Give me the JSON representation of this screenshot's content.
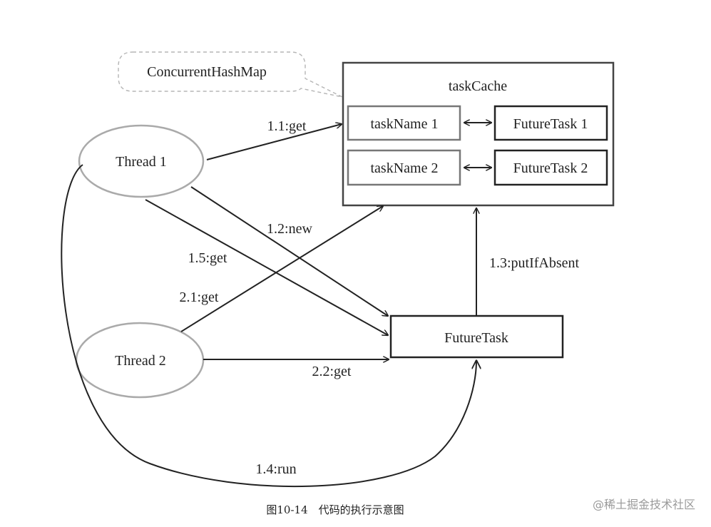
{
  "diagram": {
    "callout_label": "ConcurrentHashMap",
    "cache": {
      "title": "taskCache",
      "entries": [
        {
          "key": "taskName 1",
          "value": "FutureTask 1"
        },
        {
          "key": "taskName 2",
          "value": "FutureTask 2"
        }
      ]
    },
    "threads": [
      "Thread 1",
      "Thread 2"
    ],
    "future_task": "FutureTask",
    "edges": {
      "e11": "1.1:get",
      "e12": "1.2:new",
      "e13": "1.3:putIfAbsent",
      "e14": "1.4:run",
      "e15": "1.5:get",
      "e21": "2.1:get",
      "e22": "2.2:get"
    }
  },
  "caption": "图10-14　代码的执行示意图",
  "watermark": "@稀土掘金技术社区",
  "colors": {
    "stroke": "#222222",
    "inner_key_stroke": "#777777",
    "ellipse_stroke": "#aaaaaa",
    "callout_stroke": "#b5b5b5"
  }
}
